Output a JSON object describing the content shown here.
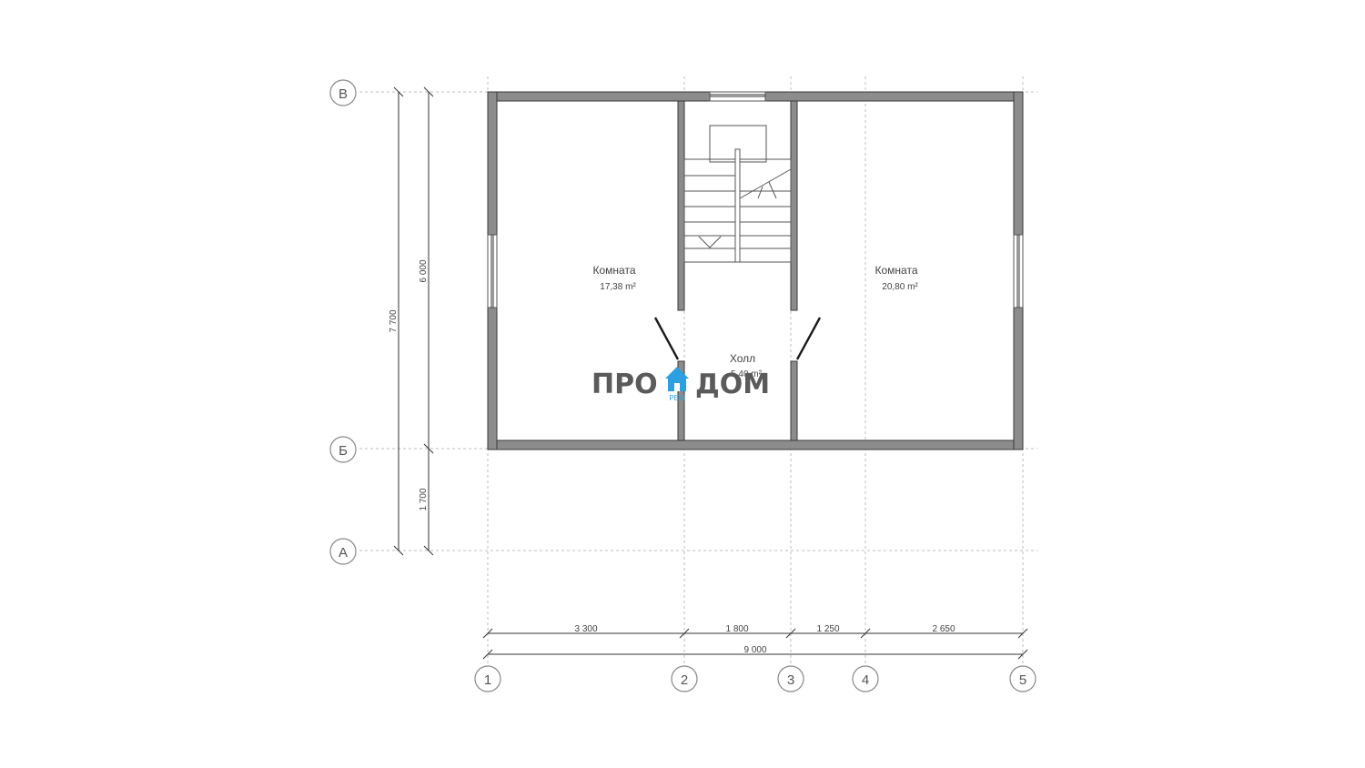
{
  "plan": {
    "axes": {
      "rows": [
        {
          "id": "row-v",
          "label": "В"
        },
        {
          "id": "row-b",
          "label": "Б"
        },
        {
          "id": "row-a",
          "label": "А"
        }
      ],
      "cols": [
        {
          "id": "col-1",
          "label": "1"
        },
        {
          "id": "col-2",
          "label": "2"
        },
        {
          "id": "col-3",
          "label": "3"
        },
        {
          "id": "col-4",
          "label": "4"
        },
        {
          "id": "col-5",
          "label": "5"
        }
      ]
    },
    "dimensions": {
      "vertical_total": "7 700",
      "vertical_upper": "6 000",
      "vertical_lower": "1 700",
      "horizontal_segments": [
        "3 300",
        "1 800",
        "1 250",
        "2 650"
      ],
      "horizontal_total": "9 000"
    },
    "rooms": [
      {
        "id": "room-left",
        "name": "Комната",
        "area": "17,38 m²"
      },
      {
        "id": "room-right",
        "name": "Комната",
        "area": "20,80 m²"
      },
      {
        "id": "hall",
        "name": "Холл",
        "area": "5,40 m²"
      }
    ],
    "watermark": {
      "left": "ПРО",
      "right": "ДОМ",
      "sub": "РЕМ",
      "accent_color": "#2b9fe0"
    }
  }
}
